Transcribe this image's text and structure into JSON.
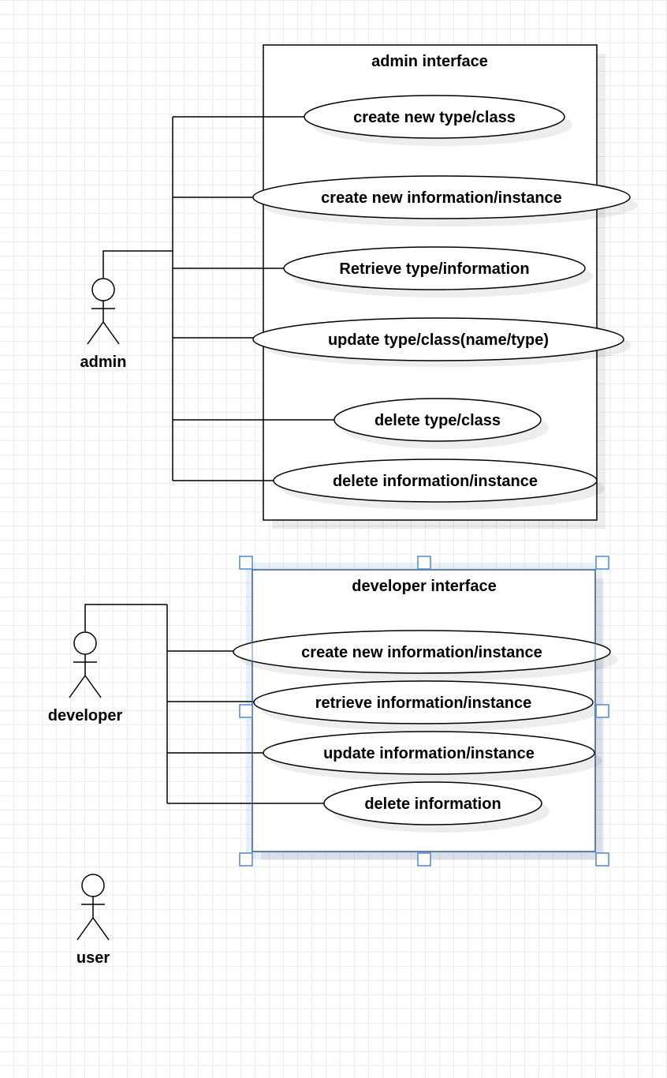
{
  "admin_interface": {
    "title": "admin interface",
    "use_cases": [
      "create new type/class",
      "create new information/instance",
      "Retrieve type/information",
      "update type/class(name/type)",
      "delete type/class",
      "delete information/instance"
    ]
  },
  "developer_interface": {
    "title": "developer interface",
    "use_cases": [
      "create new information/instance",
      "retrieve information/instance",
      "update information/instance",
      "delete information"
    ]
  },
  "actors": {
    "admin": "admin",
    "developer": "developer",
    "user": "user"
  },
  "colors": {
    "selection": "#4f87d6",
    "grid": "#ececec"
  }
}
